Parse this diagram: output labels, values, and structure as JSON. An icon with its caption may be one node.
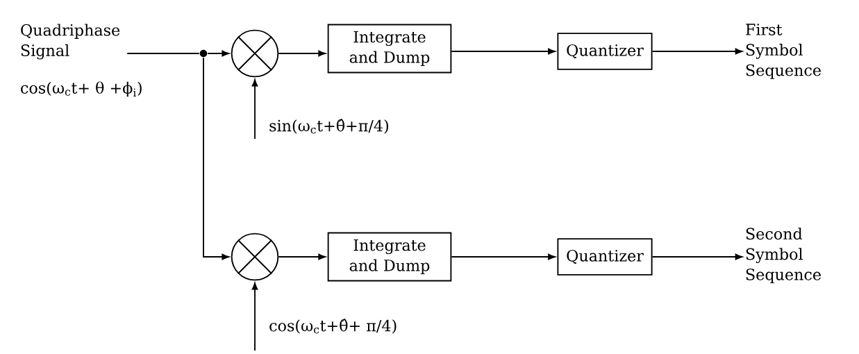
{
  "diagram": {
    "nodes": [
      {
        "text": [
          "Quadriphase Signal"
        ],
        "beside": [
          "cos(ω$_{c}$t+ θ +ϕ$_{i}$)"
        ]
      },
      {
        "text": [],
        "shape": "circle"
      },
      {
        "text": [],
        "shape": "circle"
      },
      {
        "text": [
          "Integrate and Dump"
        ]
      },
      {
        "text": [
          "Quantizer"
        ]
      },
      {
        "text": [
          "First Symbol Sequence"
        ]
      },
      {
        "text": [],
        "shape": "circle"
      },
      {
        "text": [
          "Integrate and Dump"
        ]
      },
      {
        "text": [
          "Quantizer"
        ]
      },
      {
        "text": [
          "Second Symbol Sequence"
        ]
      }
    ],
    "edges": [
      {
        "from": 0,
        "to": 1,
        "arrow": "none"
      },
      {
        "from": 1,
        "to": 2,
        "arrow": "to"
      },
      {
        "from": 1,
        "to": 6,
        "arrow": "to"
      },
      {
        "from": 2,
        "to": 3,
        "arrow": "to"
      },
      {
        "from": 3,
        "to": 4,
        "arrow": "to"
      },
      {
        "from": 4,
        "to": 5,
        "arrow": "to"
      },
      {
        "from": 6,
        "to": 7,
        "arrow": "to"
      },
      {
        "from": 7,
        "to": 8,
        "arrow": "to"
      },
      {
        "from": 8,
        "to": 9,
        "arrow": "to"
      },
      {
        "from": null,
        "to": 2,
        "arrow": "to",
        "label": "sin(ω$_{c}$t+θ̂+π/4)"
      },
      {
        "from": null,
        "to": 6,
        "arrow": "to",
        "label": "cos(ω$_{c}$t+θ̂+ π/4)"
      }
    ]
  }
}
